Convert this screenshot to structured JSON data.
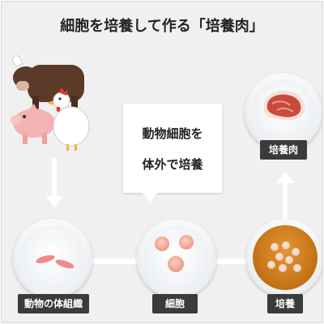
{
  "title": "細胞を培養して作る「培養肉」",
  "bubble": {
    "line1": "動物細胞を",
    "line2": "体外で培養"
  },
  "steps": {
    "tissue": "動物の体組織",
    "cells": "細胞",
    "culture": "培養",
    "meat": "培養肉"
  },
  "colors": {
    "background": "#f0f0f0",
    "label_bg": "#3b3b3b",
    "culture_medium": "#c8761a",
    "meat": "#c84a3c"
  }
}
